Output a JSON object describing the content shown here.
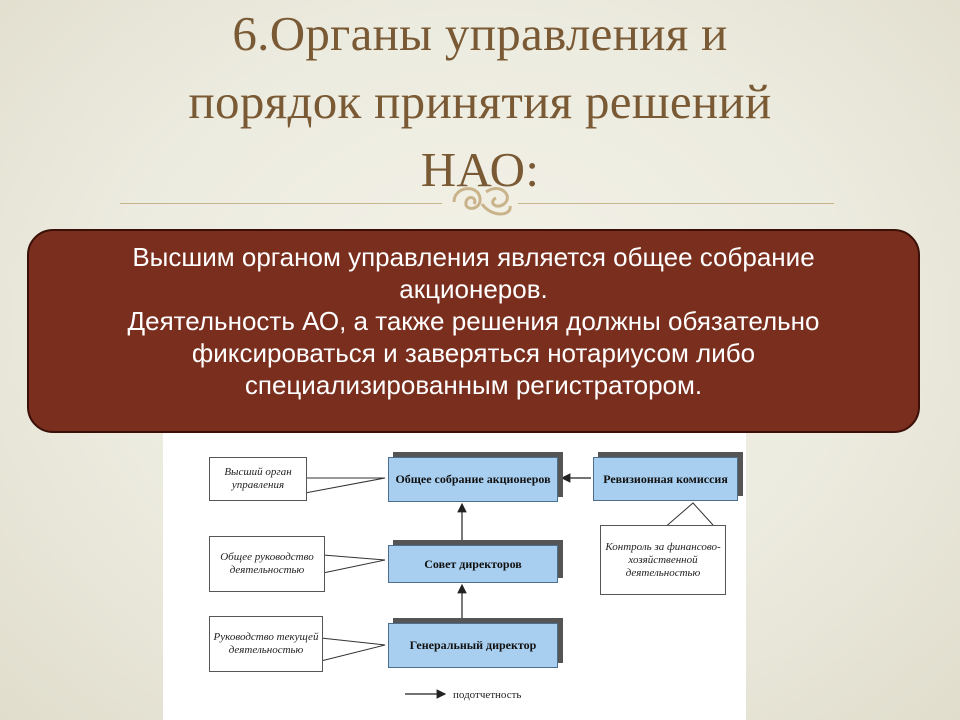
{
  "slide": {
    "title_line1": "6.Органы управления и",
    "title_line2": "порядок принятия решений",
    "title_line3": "НАО:",
    "ornament_icon": "swirl-ornament-icon"
  },
  "info_box": {
    "line1": "Высшим органом управления является общее собрание",
    "line2": "акционеров.",
    "line3": "Деятельность АО, а также решения должны обязательно",
    "line4": "фиксироваться и заверяться нотариусом либо",
    "line5": "специализированным регистратором."
  },
  "diagram": {
    "nodes": {
      "general_meeting": "Общее собрание акционеров",
      "board": "Совет директоров",
      "ceo": "Генеральный директор",
      "audit": "Ревизионная комиссия"
    },
    "notes": {
      "supreme": "Высший орган управления",
      "general_mgmt": "Общее руководство деятельностью",
      "current_mgmt": "Руководство текущей деятельностью",
      "control": "Контроль за финансово-хозяйственной деятельностью"
    },
    "legend": "подотчетность"
  },
  "colors": {
    "title": "#7a5a35",
    "box_fill": "#7a2e1e",
    "node_fill": "#a8cff0"
  }
}
